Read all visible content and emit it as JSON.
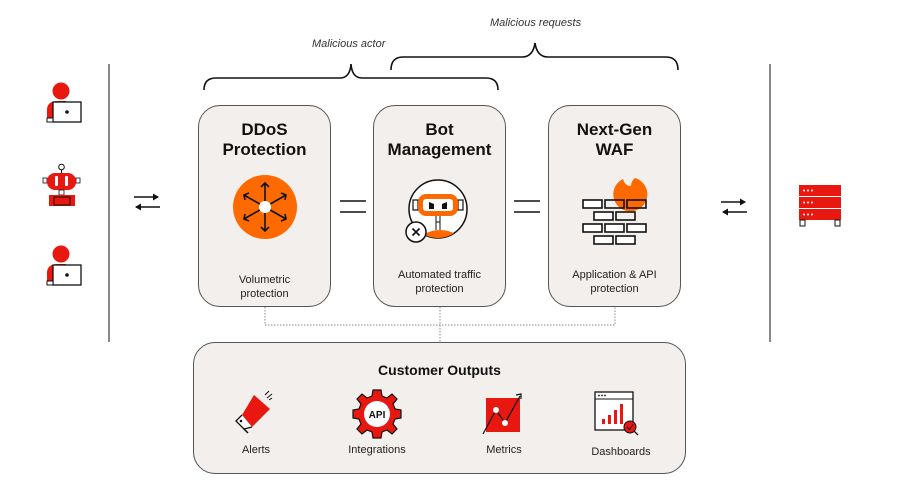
{
  "braces": {
    "malicious_actor": "Malicious actor",
    "malicious_requests": "Malicious requests"
  },
  "sources": [
    {
      "type": "user",
      "icon": "user-laptop-icon"
    },
    {
      "type": "bot",
      "icon": "robot-icon"
    },
    {
      "type": "user",
      "icon": "user-laptop-icon"
    }
  ],
  "cards": [
    {
      "title_line1": "DDoS",
      "title_line2": "Protection",
      "sub_line1": "Volumetric",
      "sub_line2": "protection",
      "icon": "ddos-burst-icon"
    },
    {
      "title_line1": "Bot",
      "title_line2": "Management",
      "sub_line1": "Automated traffic",
      "sub_line2": "protection",
      "icon": "bot-blocked-icon"
    },
    {
      "title_line1": "Next-Gen",
      "title_line2": "WAF",
      "sub_line1": "Application & API",
      "sub_line2": "protection",
      "icon": "firewall-icon"
    }
  ],
  "outputs": {
    "title": "Customer Outputs",
    "items": [
      {
        "label": "Alerts",
        "icon": "megaphone-icon"
      },
      {
        "label": "Integrations",
        "icon": "api-gear-icon",
        "icon_text": "API"
      },
      {
        "label": "Metrics",
        "icon": "metrics-chart-icon"
      },
      {
        "label": "Dashboards",
        "icon": "dashboard-icon"
      }
    ]
  },
  "destination": {
    "icon": "server-icon"
  },
  "colors": {
    "red": "#e8170f",
    "orange": "#ff6a00",
    "card_bg": "#f3efec"
  }
}
